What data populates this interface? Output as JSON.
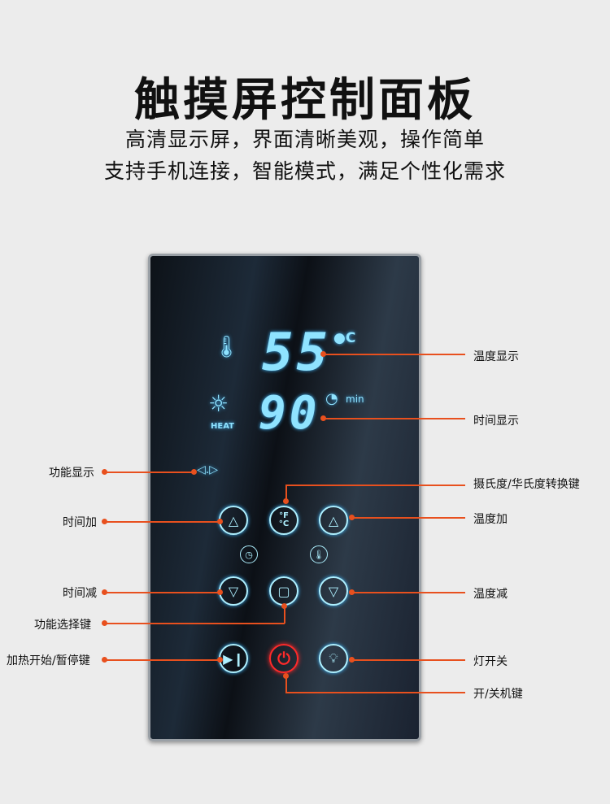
{
  "title": "触摸屏控制面板",
  "subtitle_lines": [
    "高清显示屏，界面清晰美观，操作简单",
    "支持手机连接，智能模式，满足个性化需求"
  ],
  "display": {
    "temperature": "55",
    "temp_unit": "●C",
    "time": "90",
    "time_unit": "min",
    "mode": "HEAT"
  },
  "buttons": {
    "fc_top": "°F",
    "fc_bottom": "°C"
  },
  "annotations": {
    "temp_display": "温度显示",
    "time_display": "时间显示",
    "function_display": "功能显示",
    "unit_switch": "摄氏度/华氏度转换键",
    "time_plus": "时间加",
    "temp_plus": "温度加",
    "time_minus": "时间减",
    "temp_minus": "温度减",
    "function_select": "功能选择键",
    "heat_start_pause": "加热开始/暂停键",
    "light_switch": "灯开关",
    "power": "开/关机键"
  },
  "colors": {
    "accent": "#e8501e",
    "display": "#8fe3ff",
    "power": "#ff2a2a"
  }
}
